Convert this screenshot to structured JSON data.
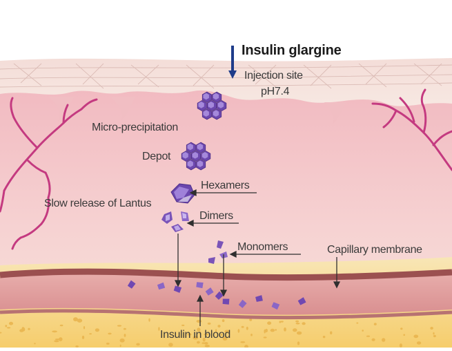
{
  "title": "Insulin glargine",
  "labels": {
    "injection_site": "Injection site",
    "ph": "pH7.4",
    "micro_precipitation": "Micro-precipitation",
    "depot": "Depot",
    "hexamers": "Hexamers",
    "slow_release": "Slow release of Lantus",
    "dimers": "Dimers",
    "monomers": "Monomers",
    "capillary_membrane": "Capillary membrane",
    "insulin_in_blood": "Insulin in blood"
  },
  "colors": {
    "skin_top": "#f6e4de",
    "dermis": "#f2c2c4",
    "subcutis": "#f5e0c6",
    "capillary_wall": "#9b5757",
    "capillary_blood": "#e4a1a1",
    "fat": "#f7d37a",
    "vessel": "#c43a80",
    "molecule": "#7a54b8",
    "arrow_title": "#1f3c8a"
  }
}
